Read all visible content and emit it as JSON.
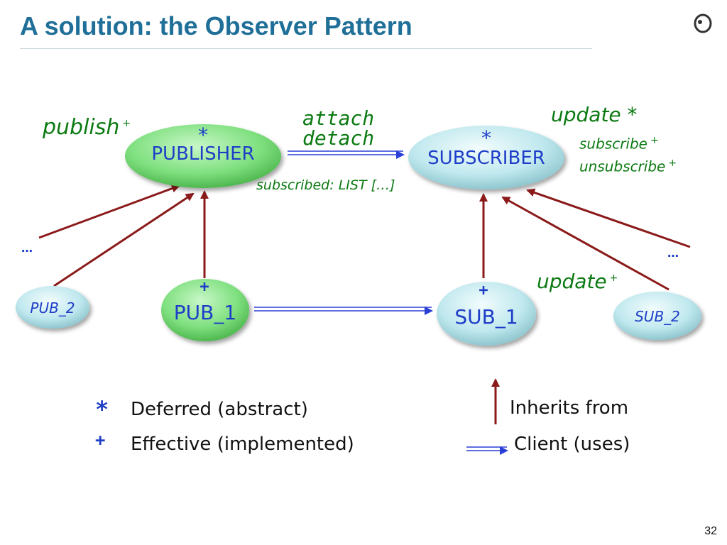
{
  "slide": {
    "title": "A solution: the Observer Pattern",
    "page_number": "32"
  },
  "logo": {
    "icon": "eiffel-logo-icon"
  },
  "nodes": {
    "publisher": {
      "label": "PUBLISHER",
      "mark": "*",
      "fill": "#7fe07f"
    },
    "subscriber": {
      "label": "SUBSCRIBER",
      "mark": "*",
      "fill": "#bfe8ee"
    },
    "pub_1": {
      "label": "PUB_1",
      "mark": "+",
      "fill": "#7fe07f"
    },
    "pub_2": {
      "label": "PUB_2"
    },
    "sub_1": {
      "label": "SUB_1",
      "mark": "+",
      "fill": "#bfe8ee"
    },
    "sub_2": {
      "label": "SUB_2"
    }
  },
  "features": {
    "publish": "publish",
    "publish_mark": "+",
    "attach": "attach",
    "detach": "detach",
    "subscribed": "subscribed: LIST […]",
    "update_deferred": "update *",
    "subscribe": "subscribe",
    "subscribe_mark": "+",
    "unsubscribe": "unsubscribe",
    "unsubscribe_mark": "+",
    "update_effective": "update",
    "update_effective_mark": "+"
  },
  "ellipses": {
    "left": "…",
    "right": "…"
  },
  "legend": {
    "deferred_mark": "*",
    "deferred_text": "Deferred (abstract)",
    "effective_mark": "+",
    "effective_text": "Effective (implemented)",
    "inherits_text": "Inherits from",
    "client_text": "Client (uses)"
  },
  "colors": {
    "title": "#1f6f99",
    "inheritance_arrow": "#8b1a1a",
    "client_arrow": "#2a3fd6",
    "feature_text": "#0c7a12",
    "class_text": "#1f3ec8",
    "green_node": "#7fe07f",
    "cyan_node": "#bfe8ee"
  }
}
